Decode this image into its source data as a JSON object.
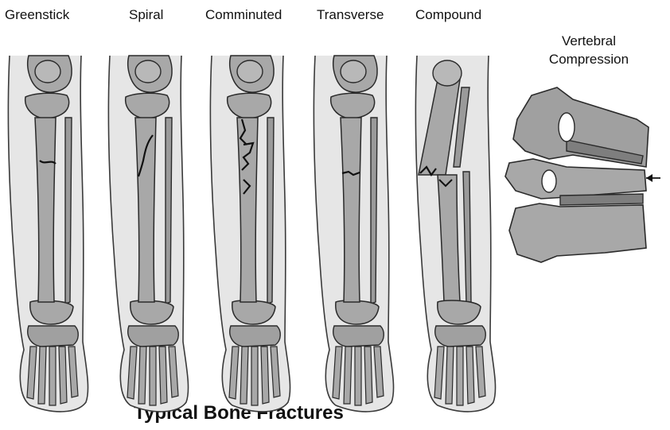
{
  "labels": {
    "greenstick": "Greenstick",
    "spiral": "Spiral",
    "comminuted": "Comminuted",
    "transverse": "Transverse",
    "compound": "Compound",
    "vertebral_line1": "Vertebral",
    "vertebral_line2": "Compression"
  },
  "title": "Typical Bone Fractures",
  "colors": {
    "bone": "#a8a8a8",
    "bone_dark": "#8a8a8a",
    "bone_light": "#c4c4c4",
    "outline": "#2a2a2a",
    "skin": "#dcdcdc",
    "fracture": "#111111"
  }
}
